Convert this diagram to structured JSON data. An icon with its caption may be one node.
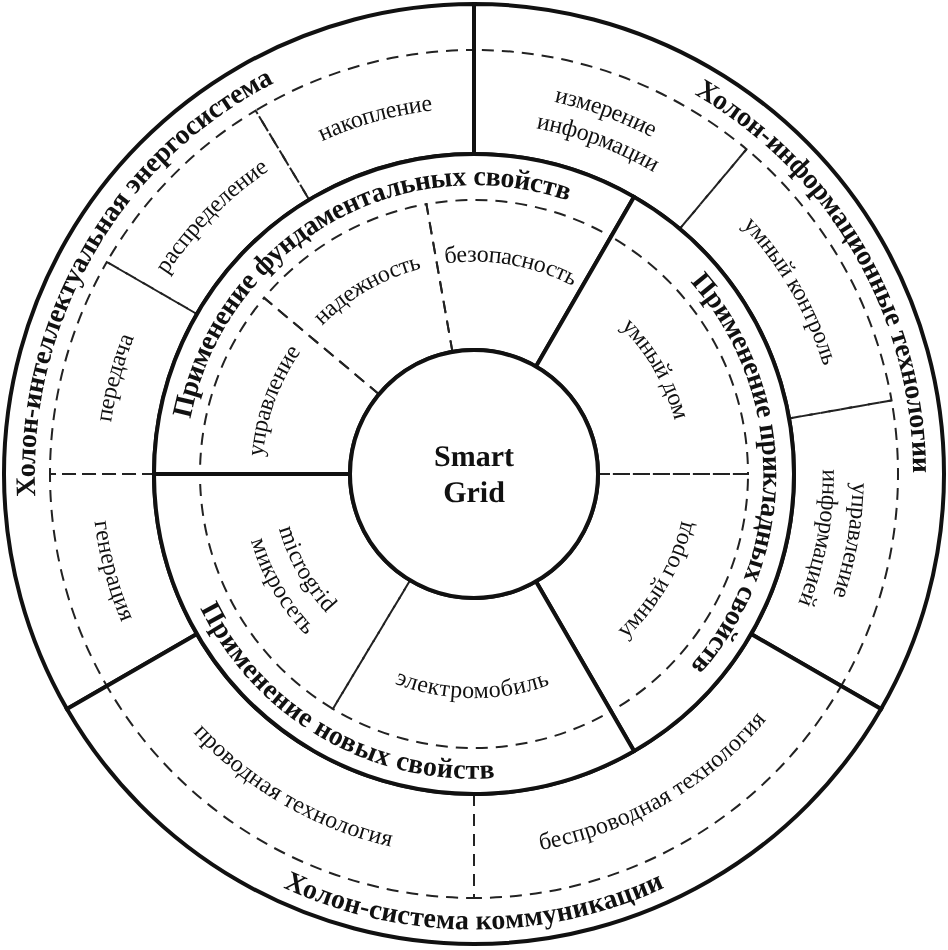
{
  "diagram": {
    "nodes": [
      {
        "text": [
          "Холон-интеллектуальная энергосистема"
        ]
      },
      {
        "text": [
          "накопление"
        ],
        "in": 0
      },
      {
        "text": [
          "распределение"
        ],
        "in": 0
      },
      {
        "text": [
          "передача"
        ],
        "in": 0
      },
      {
        "text": [
          "генерация"
        ],
        "in": 0
      },
      {
        "text": [
          "Холон-информационные технологии"
        ]
      },
      {
        "text": [
          "измерение информации"
        ],
        "in": 5
      },
      {
        "text": [
          "умный контроль"
        ],
        "in": 5
      },
      {
        "text": [
          "управление информацией"
        ],
        "in": 5
      },
      {
        "text": [
          "Холон-система коммуникации"
        ]
      },
      {
        "text": [
          "проводная технология"
        ],
        "in": 9
      },
      {
        "text": [
          "беспроводная технология"
        ],
        "in": 9
      },
      {
        "text": [
          "Применение фундаментальных свойств"
        ]
      },
      {
        "text": [
          "управление"
        ],
        "in": 12
      },
      {
        "text": [
          "надежность"
        ],
        "in": 12
      },
      {
        "text": [
          "безопасность"
        ],
        "in": 12
      },
      {
        "text": [
          "Применение прикладных свойств"
        ]
      },
      {
        "text": [
          "умный дом"
        ],
        "in": 16
      },
      {
        "text": [
          "умный город"
        ],
        "in": 16
      },
      {
        "text": [
          "Применение новых свойств"
        ]
      },
      {
        "text": [
          "microgrid микросеть"
        ],
        "in": 19
      },
      {
        "text": [
          "электромобиль"
        ],
        "in": 19
      },
      {
        "text": [
          "Smart Grid"
        ]
      }
    ]
  }
}
